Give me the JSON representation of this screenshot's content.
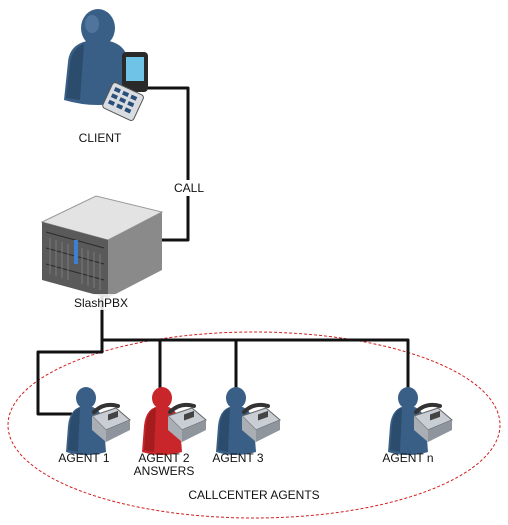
{
  "client": {
    "label": "CLIENT"
  },
  "call": {
    "label": "CALL"
  },
  "pbx": {
    "label": "SlashPBX"
  },
  "agents": [
    {
      "label": "AGENT 1",
      "answers": ""
    },
    {
      "label": "AGENT 2",
      "answers": "ANSWERS"
    },
    {
      "label": "AGENT 3",
      "answers": ""
    },
    {
      "label": "AGENT n",
      "answers": ""
    }
  ],
  "group": {
    "label": "CALLCENTER AGENTS"
  },
  "colors": {
    "person": "#3a5f86",
    "person_dark": "#22405e",
    "agent_answering": "#c8262a",
    "agent_answering_dark": "#8e1518",
    "phone": "#b9bec4",
    "line": "#111111",
    "group_ellipse": "#d21f1f",
    "server_top": "#d9d9d9",
    "server_front": "#5a5a5a"
  }
}
